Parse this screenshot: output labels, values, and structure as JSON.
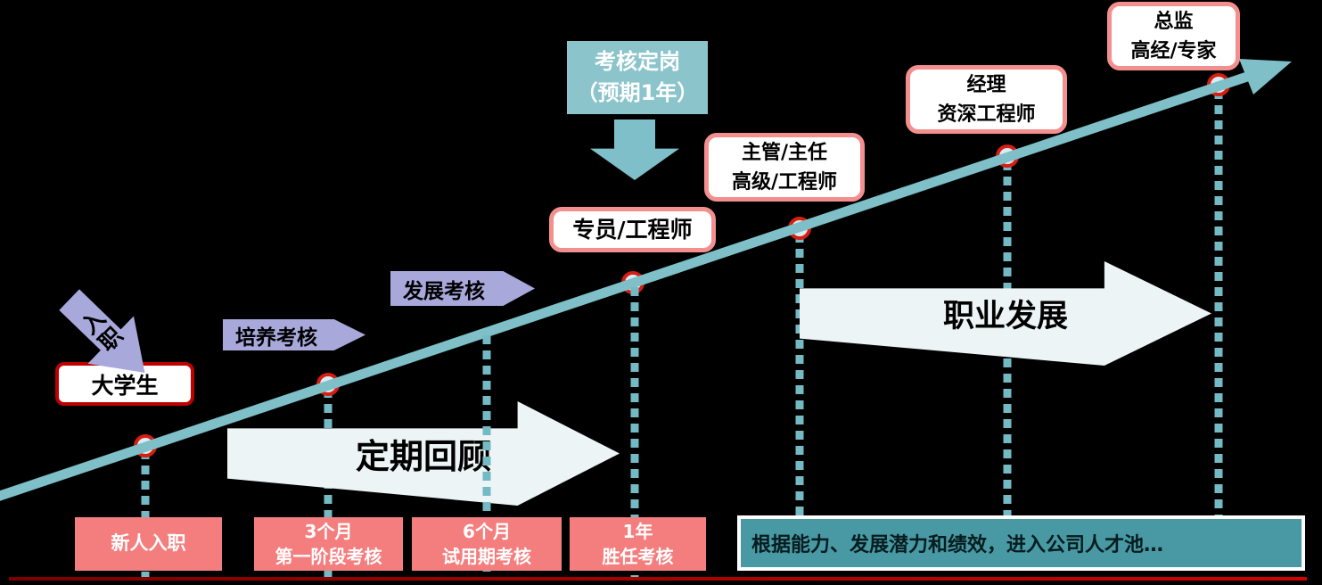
{
  "colors": {
    "background": "#000000",
    "teal_line": "#7FC0C8",
    "teal_dotted": "#74BAC4",
    "teal_box_light": "#8CC4CC",
    "teal_box_dark": "#4899A3",
    "purple": "#A8A8DB",
    "pink_fill": "#F47E7E",
    "pink_border": "#F48F8F",
    "dark_red_border": "#C00000",
    "dot_fill": "#D9ECF4",
    "dot_ring": "#D41F12",
    "white_arrow": "#EDF4F6",
    "bottom_rule": "#A80000"
  },
  "onboarding_arrow": {
    "label": "入职"
  },
  "start_box": {
    "label": "大学生"
  },
  "banners": [
    {
      "label": "培养考核"
    },
    {
      "label": "发展考核"
    }
  ],
  "positioning_box": {
    "line1": "考核定岗",
    "line2": "（预期1年）"
  },
  "roles": [
    {
      "line1": "专员/工程师"
    },
    {
      "line1": "主管/主任",
      "line2": "高级/工程师"
    },
    {
      "line1": "经理",
      "line2": "资深工程师"
    },
    {
      "line1": "总监",
      "line2": "高经/专家"
    }
  ],
  "review_arrow": {
    "label": "定期回顾"
  },
  "career_arrow": {
    "label": "职业发展"
  },
  "timeline": [
    {
      "line1": "新人入职"
    },
    {
      "line1": "3个月",
      "line2": "第一阶段考核"
    },
    {
      "line1": "6个月",
      "line2": "试用期考核"
    },
    {
      "line1": "1年",
      "line2": "胜任考核"
    }
  ],
  "talent_pool": {
    "label": "根据能力、发展潜力和绩效，进入公司人才池…"
  }
}
